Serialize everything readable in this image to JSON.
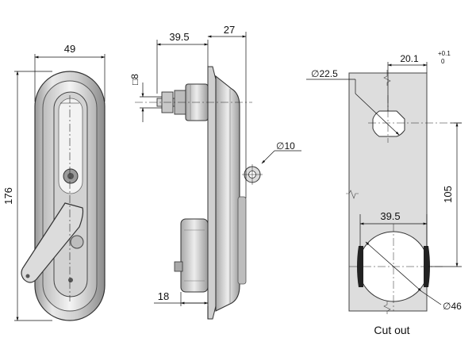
{
  "drawing": {
    "front_view": {
      "width": "49",
      "height": "176"
    },
    "side_view": {
      "shaft_length": "39.5",
      "depth": "27",
      "square": "□8",
      "hole_dia": "∅10",
      "base_offset": "18"
    },
    "cutout": {
      "hole_small_dia": "∅22.5",
      "offset": "20.1",
      "tol_plus": "+0.1",
      "tol_zero": "0",
      "center_distance": "105",
      "big_chord": "39.5",
      "hole_big_dia": "∅46",
      "caption": "Cut out"
    }
  },
  "colors": {
    "line": "#111111",
    "metal_light": "#e6e6e6",
    "metal_mid": "#c4c4c4",
    "metal_dark": "#8a8a8a",
    "plate": "#dddddd",
    "hole": "#ffffff"
  }
}
